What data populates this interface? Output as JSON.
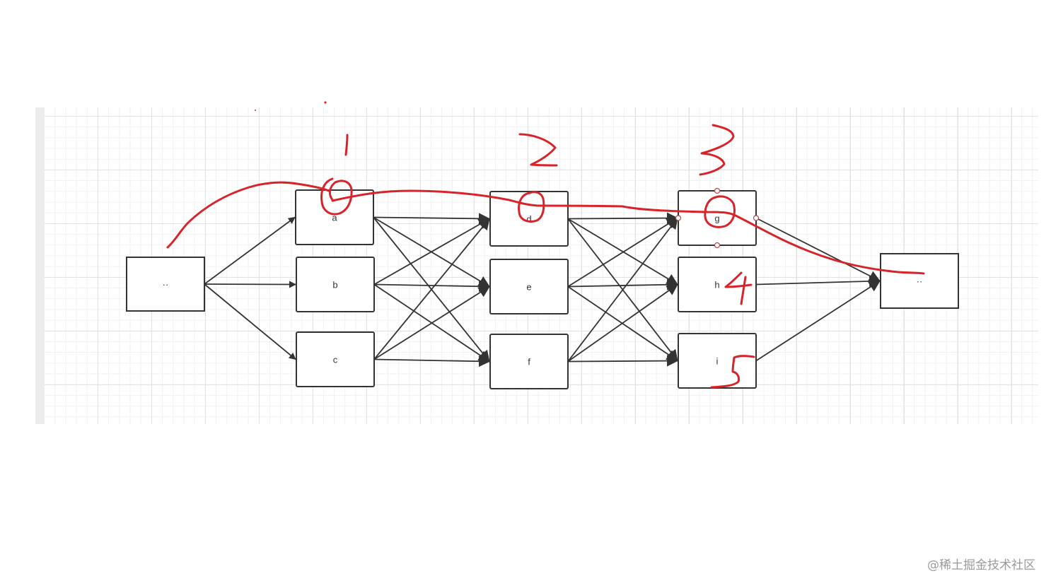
{
  "diagram": {
    "nodes": [
      {
        "id": "start",
        "label": "··"
      },
      {
        "id": "a",
        "label": "a"
      },
      {
        "id": "b",
        "label": "b"
      },
      {
        "id": "c",
        "label": "c"
      },
      {
        "id": "d",
        "label": "d"
      },
      {
        "id": "e",
        "label": "e"
      },
      {
        "id": "f",
        "label": "f"
      },
      {
        "id": "g",
        "label": "g"
      },
      {
        "id": "h",
        "label": "h"
      },
      {
        "id": "i",
        "label": "i"
      },
      {
        "id": "end",
        "label": "··"
      }
    ],
    "edges": [
      [
        "start",
        "a"
      ],
      [
        "start",
        "b"
      ],
      [
        "start",
        "c"
      ],
      [
        "a",
        "d"
      ],
      [
        "a",
        "e"
      ],
      [
        "a",
        "f"
      ],
      [
        "b",
        "d"
      ],
      [
        "b",
        "e"
      ],
      [
        "b",
        "f"
      ],
      [
        "c",
        "d"
      ],
      [
        "c",
        "e"
      ],
      [
        "c",
        "f"
      ],
      [
        "d",
        "g"
      ],
      [
        "d",
        "h"
      ],
      [
        "d",
        "i"
      ],
      [
        "e",
        "g"
      ],
      [
        "e",
        "h"
      ],
      [
        "e",
        "i"
      ],
      [
        "f",
        "g"
      ],
      [
        "f",
        "h"
      ],
      [
        "f",
        "i"
      ],
      [
        "g",
        "end"
      ],
      [
        "h",
        "end"
      ],
      [
        "i",
        "end"
      ]
    ],
    "selected_node": "g",
    "annotation_numbers": [
      "1",
      "2",
      "3",
      "4",
      "5"
    ],
    "annotation_color": "#d9232a",
    "line_color": "#333333"
  },
  "watermark": "@稀土掘金技术社区"
}
